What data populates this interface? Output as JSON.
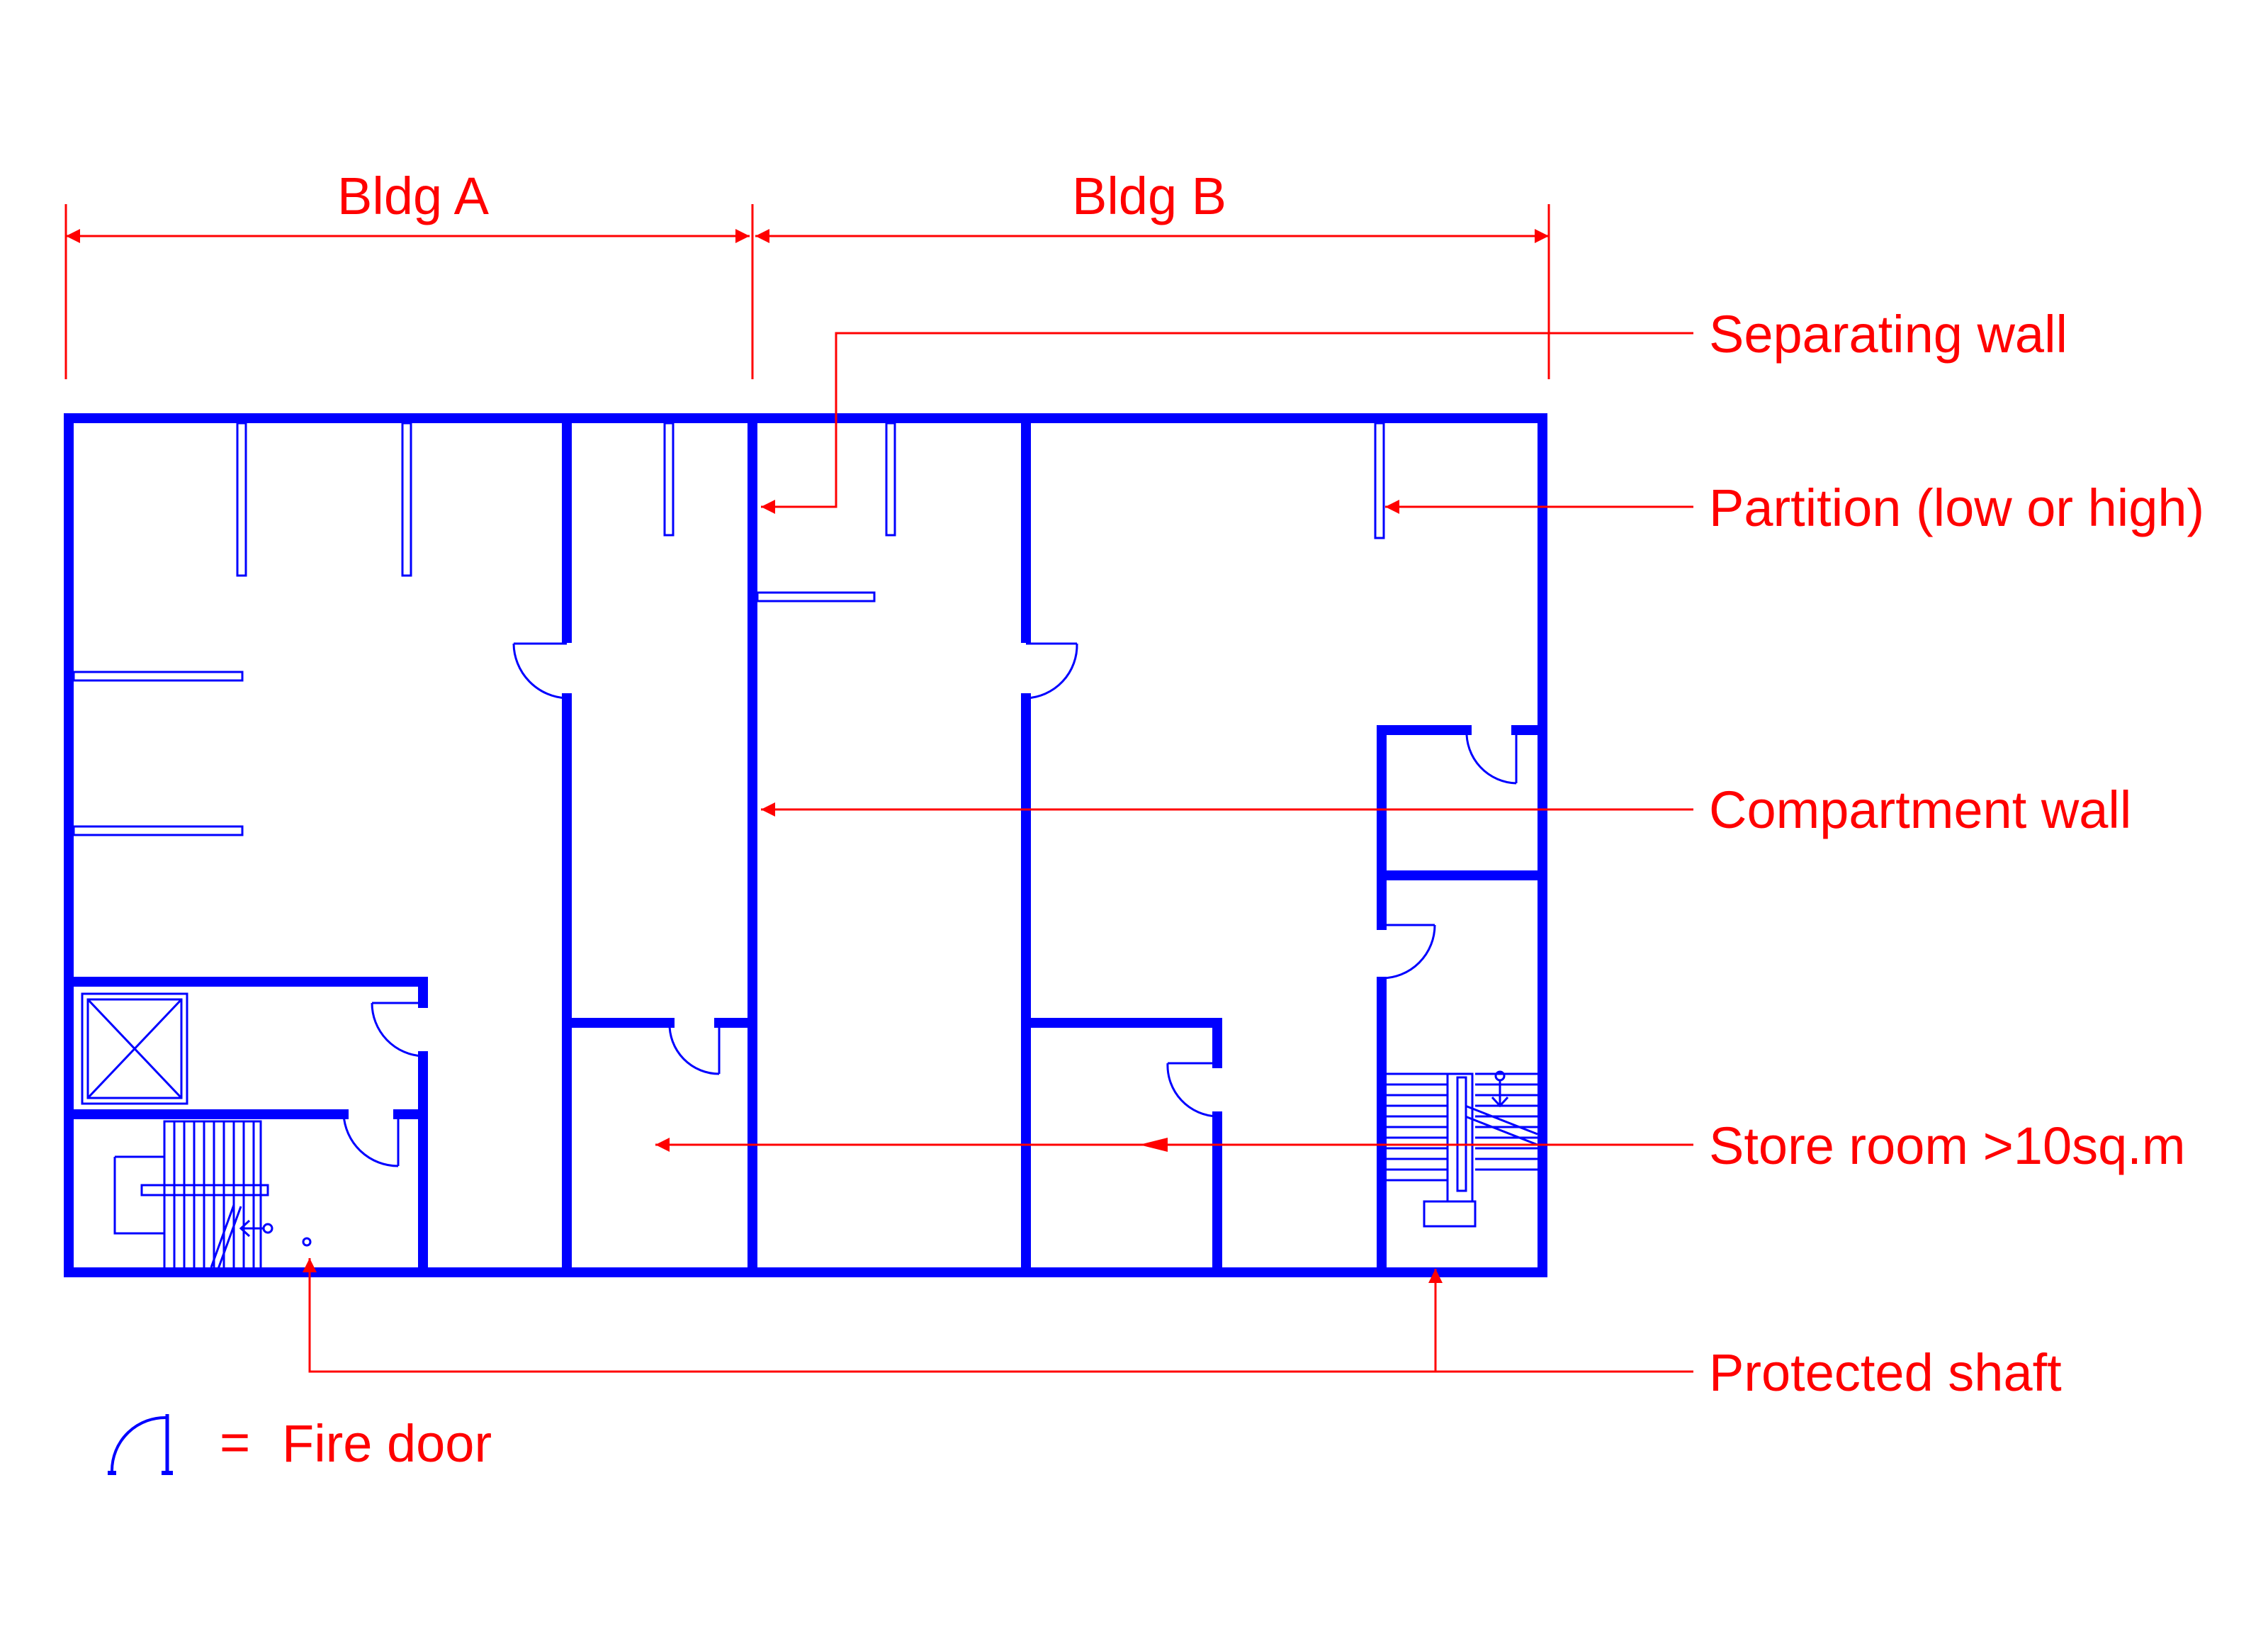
{
  "dimensions": {
    "bldg_a": "Bldg A",
    "bldg_b": "Bldg B"
  },
  "callouts": {
    "separating_wall": "Separating wall",
    "partition": "Partition (low or high)",
    "compartment_wall": "Compartment wall",
    "store_room": "Store room >10sq.m",
    "protected_shaft": "Protected shaft"
  },
  "legend": {
    "equals": "=",
    "fire_door": "Fire door"
  },
  "colors": {
    "structure": "#0000ff",
    "annotation": "#ff0000"
  },
  "icons": [
    "fire-door-icon",
    "lift-shaft-icon",
    "stair-icon",
    "arrow-icon"
  ]
}
